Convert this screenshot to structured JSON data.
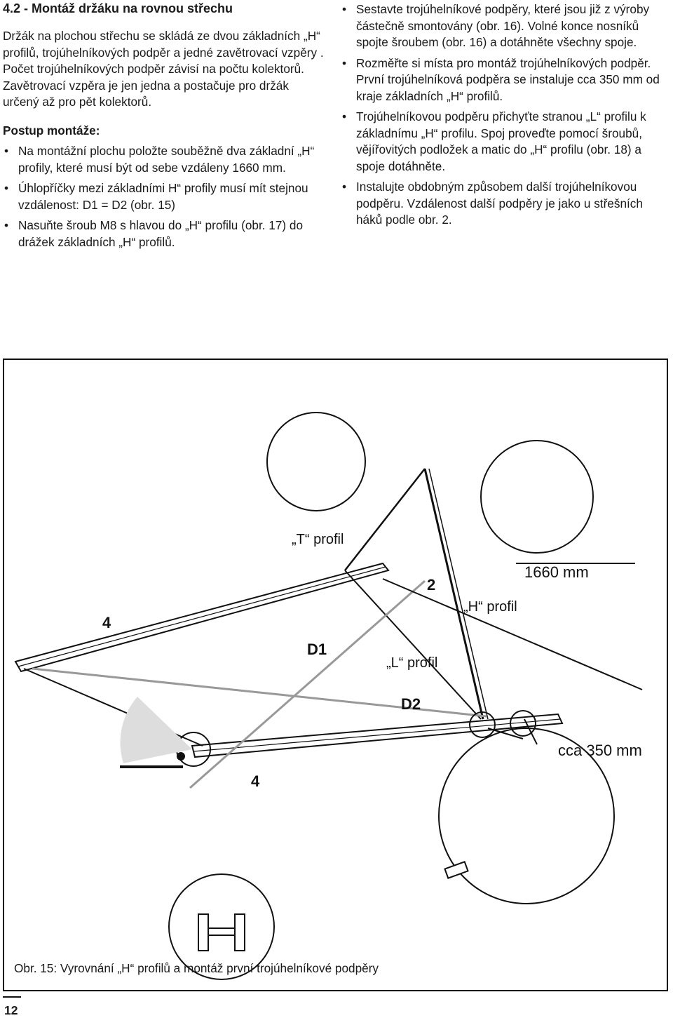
{
  "heading": "4.2 - Montáž držáku na rovnou střechu",
  "intro": [
    "Držák na plochou střechu se skládá ze dvou základních „H“ profilů, trojúhelníkových podpěr a jedné zavětrovací vzpěry .",
    "Počet trojúhelníkových podpěr závisí na počtu kolektorů. Zavětrovací vzpěra je jen jedna a postačuje pro držák určený až pro pět kolektorů."
  ],
  "procedure_title": "Postup montáže:",
  "steps_left": [
    "Na montážní plochu položte souběžně dva základní „H“ profily, které musí být od sebe vzdáleny 1660 mm.",
    "Úhlopříčky mezi základními H“ profily musí mít stejnou vzdálenost: D1 = D2 (obr. 15)",
    "Nasuňte šroub M8 s hlavou do „H“ profilu (obr. 17) do drážek základních „H“ profilů."
  ],
  "steps_right": [
    "Sestavte trojúhelníkové podpěry, které jsou již z výroby částečně smontovány (obr. 16). Volné konce nosníků spojte šroubem (obr. 16) a dotáhněte všechny spoje.",
    "Rozměřte si místa pro montáž trojúhelníkových podpěr. První trojúhelníková podpěra se instaluje cca 350 mm od kraje základních „H“ profilů.",
    "Trojúhelníkovou podpěru přichyťte stranou „L“ profilu k základnímu „H“ profilu. Spoj proveďte pomocí šroubů, vějířovitých podložek a matic do „H“ profilu (obr. 18) a spoje dotáhněte.",
    "Instalujte obdobným způsobem další trojúhelníkovou podpěru. Vzdálenost další podpěry je jako u střešních háků podle obr. 2."
  ],
  "figure": {
    "label_t_profile": "„T“ profil",
    "label_h_profile": "„H“ profil",
    "label_l_profile": "„L“ profil",
    "label_2": "2",
    "label_4_top": "4",
    "label_4_bottom": "4",
    "label_d1": "D1",
    "label_d2": "D2",
    "label_1660": "1660 mm",
    "label_350": "cca 350 mm"
  },
  "caption": "Obr. 15: Vyrovnání „H“ profilů a montáž první trojúhelníkové podpěry",
  "page_number": "12"
}
